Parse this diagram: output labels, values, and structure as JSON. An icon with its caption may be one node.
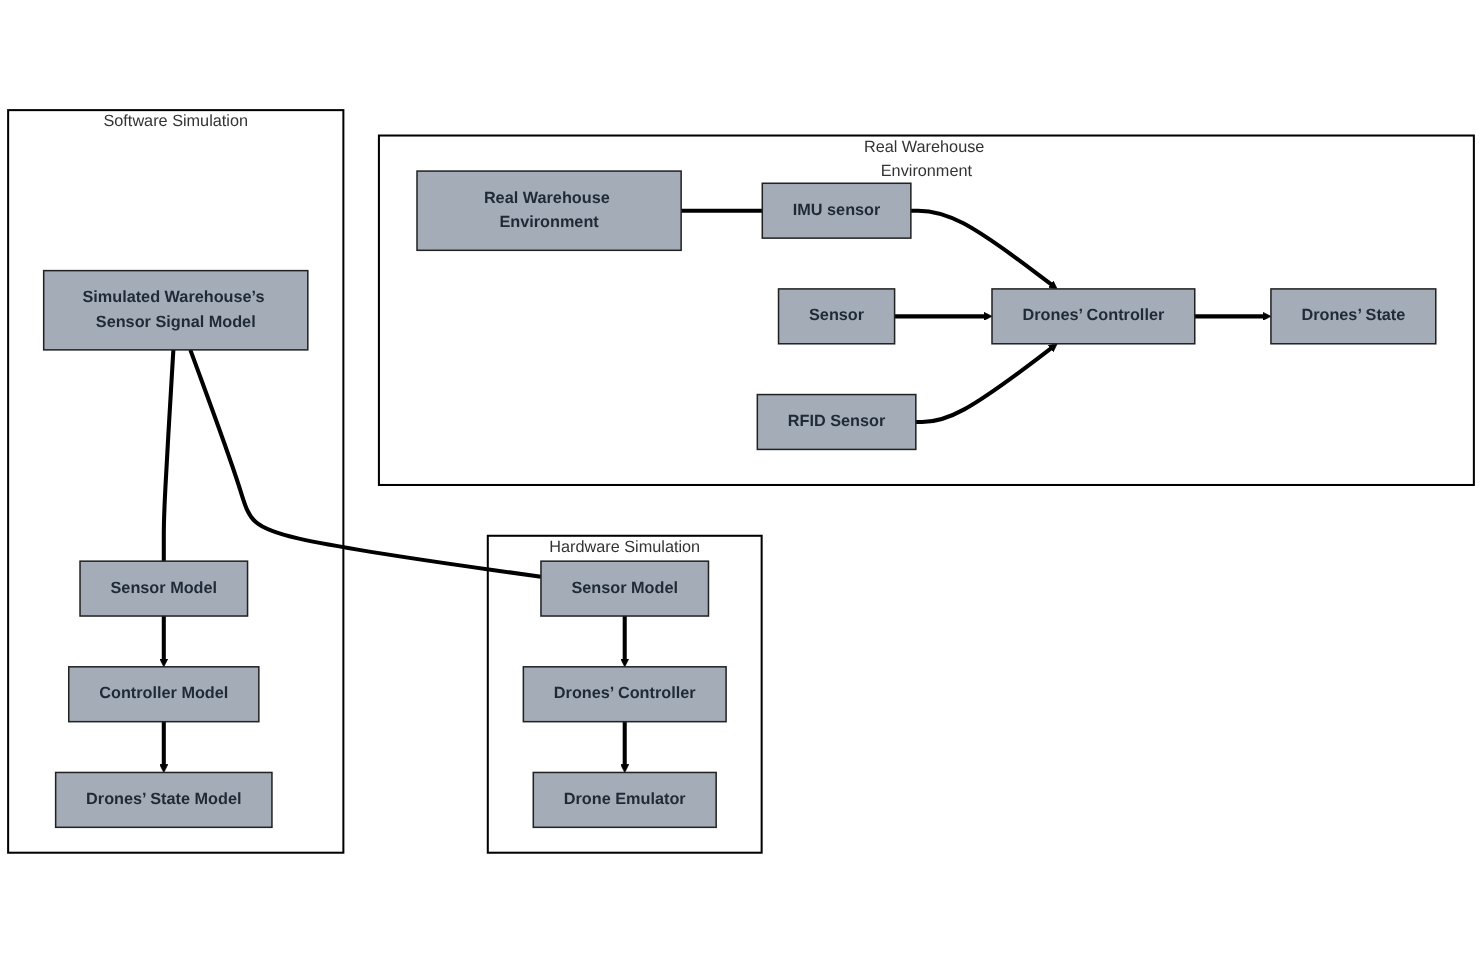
{
  "diagram": {
    "nodes": [
      {
        "text": [
          "Real Warehouse Environment"
        ]
      },
      {
        "text": [
          "Real Warehouse Environment"
        ],
        "in": 0
      },
      {
        "text": [
          "IMU sensor"
        ],
        "in": 0
      },
      {
        "text": [
          "Sensor"
        ],
        "in": 0
      },
      {
        "text": [
          "RFID Sensor"
        ],
        "in": 0
      },
      {
        "text": [
          "Drones’ Controller"
        ],
        "in": 0
      },
      {
        "text": [
          "Drones’ State"
        ],
        "in": 0
      },
      {
        "text": [
          "Software Simulation"
        ]
      },
      {
        "text": [
          "Simulated Warehouse’s Sensor Signal Model"
        ],
        "in": 7
      },
      {
        "text": [
          "Sensor Model"
        ],
        "in": 7
      },
      {
        "text": [
          "Controller Model"
        ],
        "in": 7
      },
      {
        "text": [
          "Drones’ State Model"
        ],
        "in": 7
      },
      {
        "text": [
          "Hardware Simulation"
        ]
      },
      {
        "text": [
          "Sensor Model"
        ],
        "in": 12
      },
      {
        "text": [
          "Drones’ Controller"
        ],
        "in": 12
      },
      {
        "text": [
          "Drone Emulator"
        ],
        "in": 12
      }
    ],
    "edges": [
      {
        "from": 1,
        "to": 2,
        "arrow": "none"
      },
      {
        "from": 2,
        "to": 5,
        "arrow": "to"
      },
      {
        "from": 3,
        "to": 5,
        "arrow": "to"
      },
      {
        "from": 4,
        "to": 5,
        "arrow": "to"
      },
      {
        "from": 5,
        "to": 6,
        "arrow": "to"
      },
      {
        "from": 8,
        "to": 9,
        "arrow": "none"
      },
      {
        "from": 8,
        "to": 13,
        "arrow": "none"
      },
      {
        "from": 9,
        "to": 10,
        "arrow": "to"
      },
      {
        "from": 10,
        "to": 11,
        "arrow": "to"
      },
      {
        "from": 13,
        "to": 14,
        "arrow": "to"
      },
      {
        "from": 14,
        "to": 15,
        "arrow": "to"
      }
    ]
  }
}
